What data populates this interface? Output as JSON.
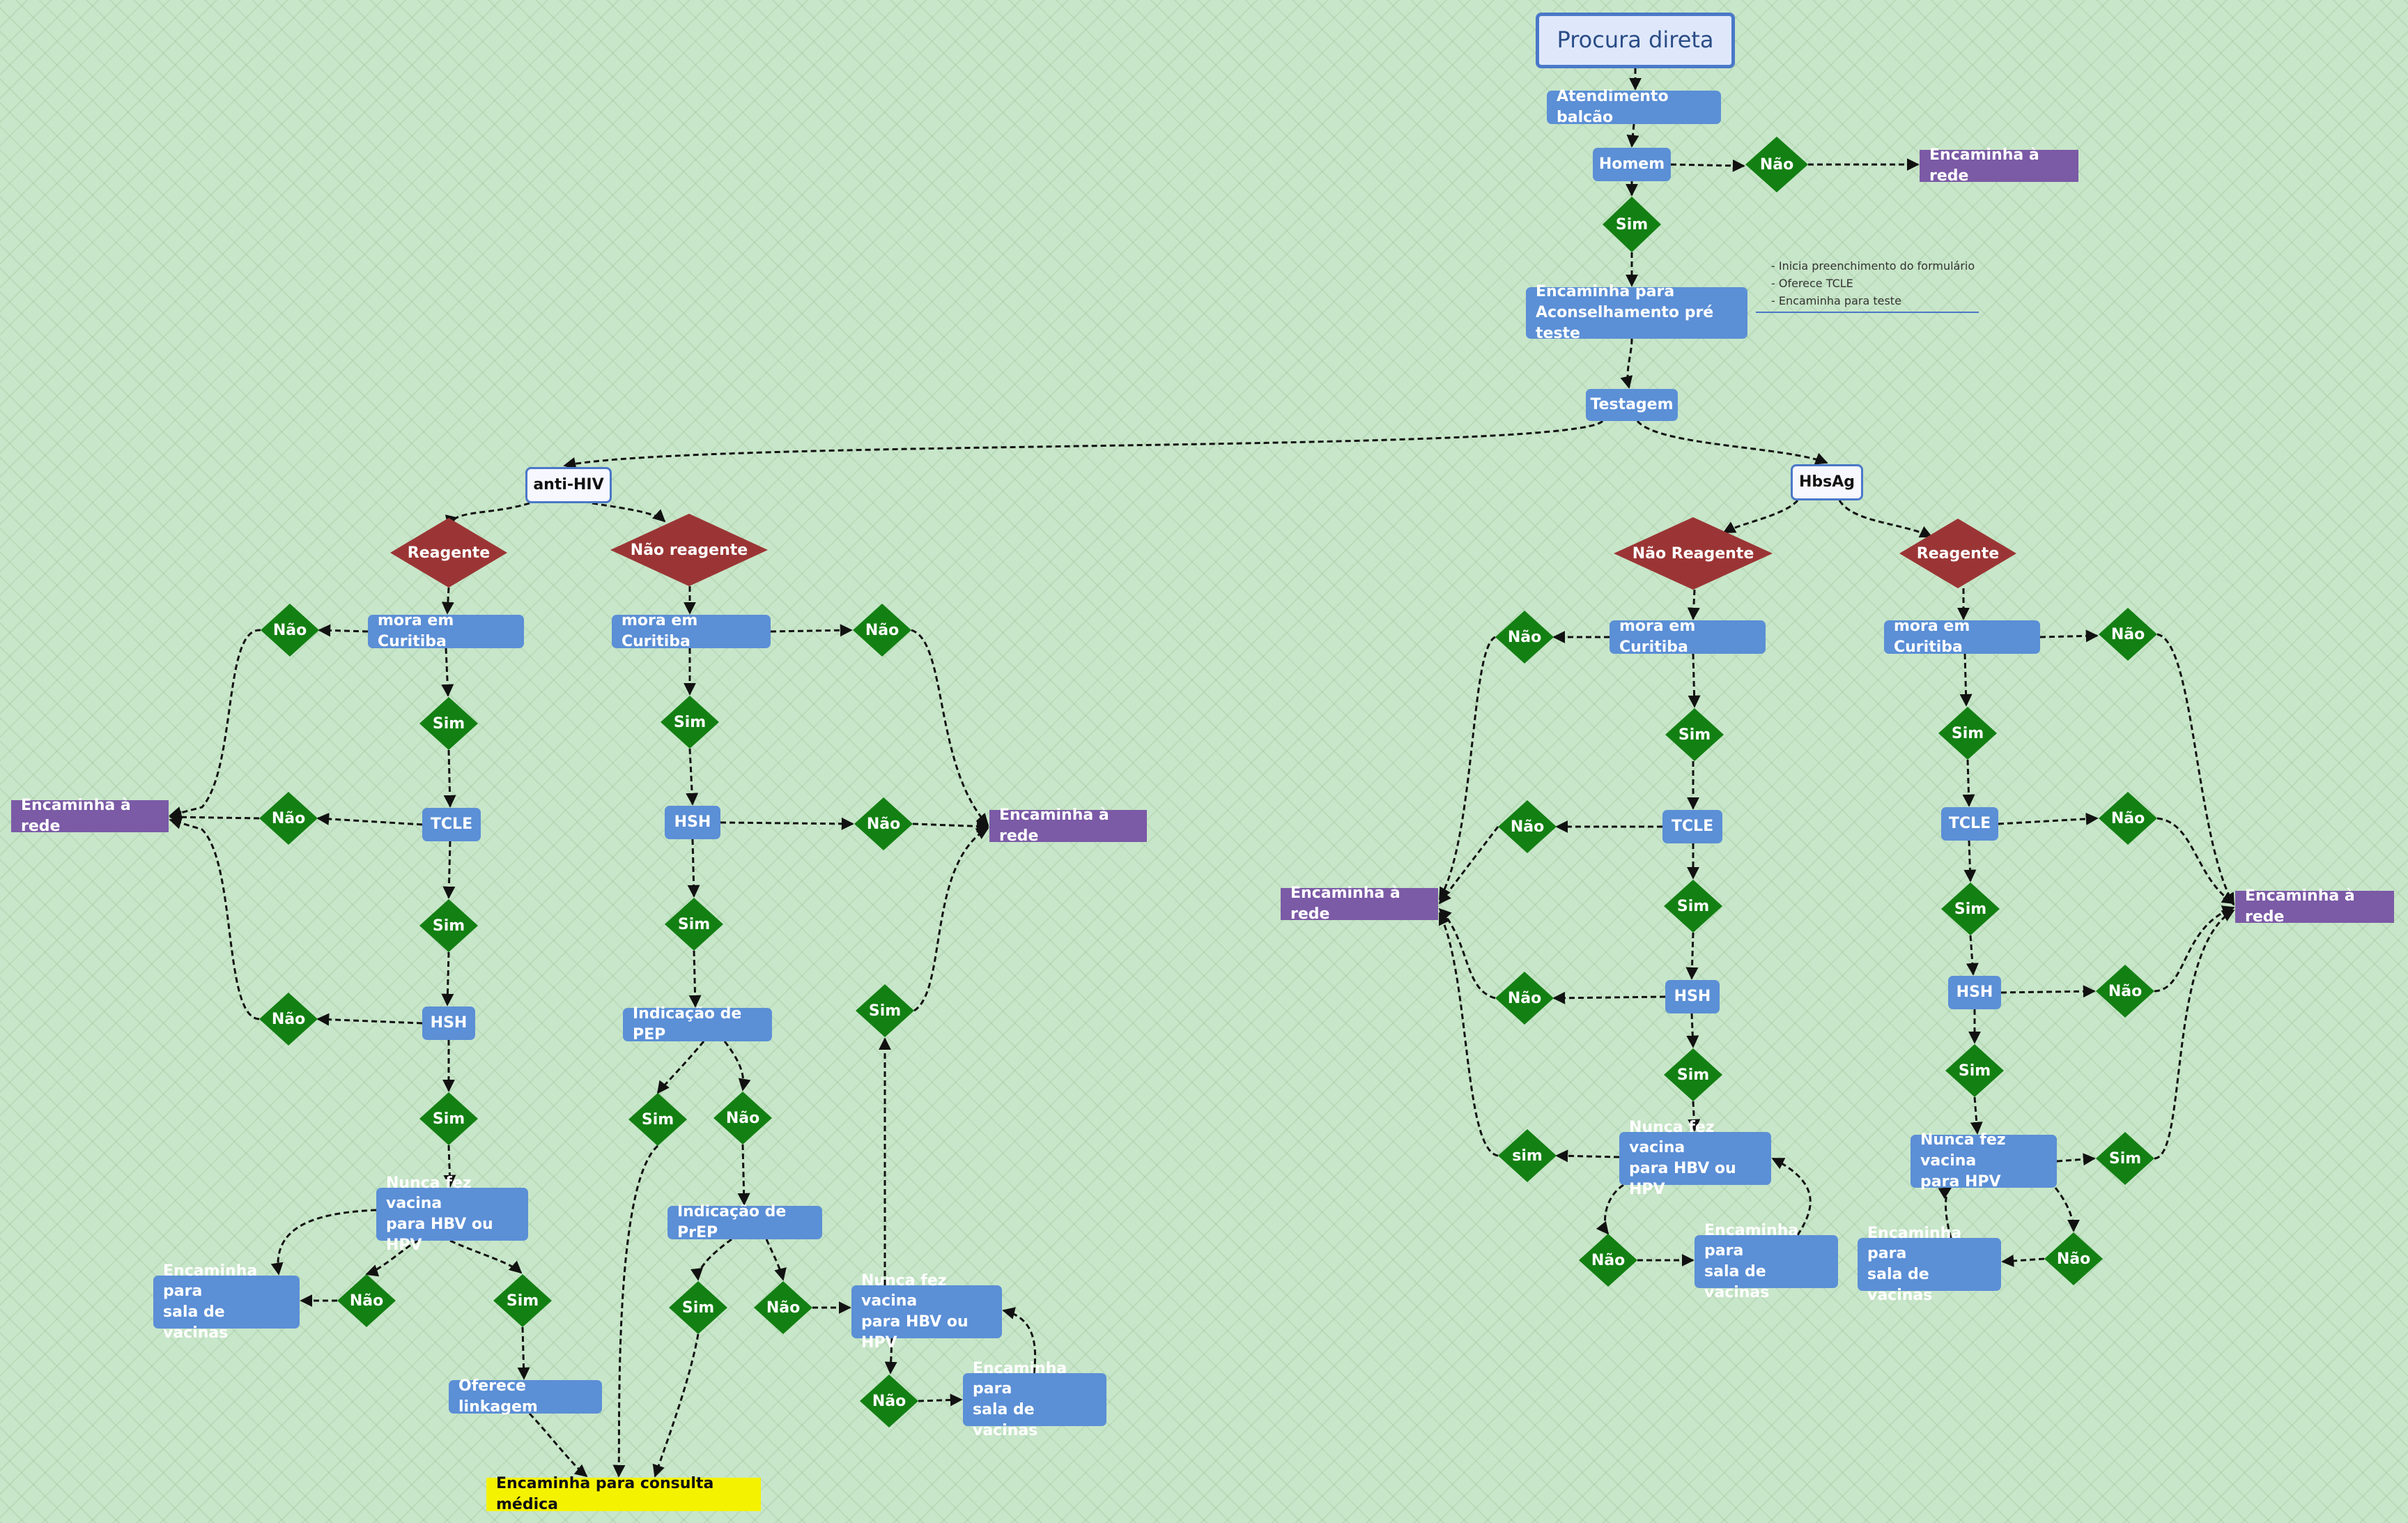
{
  "note_lines": [
    "- Inicia preenchimento do formulário",
    "- Oferece TCLE",
    "- Encaminha para teste"
  ],
  "top": {
    "procura": "Procura direta",
    "atendimento": "Atendimento balcão",
    "homem": "Homem",
    "nao": "Não",
    "encaminha_rede": "Encaminha à rede",
    "sim": "Sim",
    "aconselhamento": "Encaminha para\nAconselhamento pré teste",
    "testagem": "Testagem"
  },
  "hiv": {
    "title": "anti-HIV",
    "reagente": "Reagente",
    "nao_reagente": "Não reagente",
    "r": {
      "mora": "mora em Curitiba",
      "nao1": "Não",
      "sim1": "Sim",
      "tcle": "TCLE",
      "nao2": "Não",
      "sim2": "Sim",
      "hsh": "HSH",
      "nao3": "Não",
      "sim3": "Sim",
      "vacina": "Nunca fez vacina\npara HBV ou HPV",
      "nao4": "Não",
      "sala": "Encaminha para\nsala de vacinas",
      "sim4": "Sim",
      "linkagem": "Oferece linkagem",
      "rede": "Encaminha à rede"
    },
    "nr": {
      "mora": "mora em Curitiba",
      "nao1": "Não",
      "sim1": "Sim",
      "hsh": "HSH",
      "nao2": "Não",
      "sim2": "Sim",
      "pep": "Indicação de PEP",
      "sim3": "Sim",
      "nao3": "Não",
      "prep": "Indicação de PrEP",
      "sim4": "Sim",
      "nao4": "Não",
      "vacina": "Nunca fez vacina\npara HBV ou HPV",
      "nao5": "Não",
      "sala": "Encaminha para\nsala de vacinas",
      "sim5": "Sim",
      "rede": "Encaminha à rede"
    },
    "consulta": "Encaminha para consulta médica"
  },
  "hbs": {
    "title": "HbsAg",
    "nao_reagente": "Não Reagente",
    "reagente": "Reagente",
    "nr": {
      "mora": "mora em Curitiba",
      "nao1": "Não",
      "sim1": "Sim",
      "tcle": "TCLE",
      "nao2": "Não",
      "sim2": "Sim",
      "hsh": "HSH",
      "nao3": "Não",
      "sim3": "Sim",
      "vacina": "Nunca fez vacina\npara HBV ou HPV",
      "sim4": "sim",
      "nao4": "Não",
      "sala": "Encaminha para\nsala de vacinas",
      "rede": "Encaminha à rede"
    },
    "r": {
      "mora": "mora em Curitiba",
      "nao1": "Não",
      "sim1": "Sim",
      "tcle": "TCLE",
      "nao2": "Não",
      "sim2": "Sim",
      "hsh": "HSH",
      "nao3": "Não",
      "sim3": "Sim",
      "vacina": "Nunca fez vacina\npara HPV",
      "sim4": "Sim",
      "nao4": "Não",
      "sala": "Encaminha para\nsala de vacinas",
      "rede": "Encaminha à rede"
    }
  },
  "colors": {
    "process": "#5b8fd6",
    "decision_yes_no": "#138013",
    "result": "#9b3535",
    "external": "#7b5aa6",
    "consult": "#f5f200",
    "background": "#c8e6c9"
  }
}
